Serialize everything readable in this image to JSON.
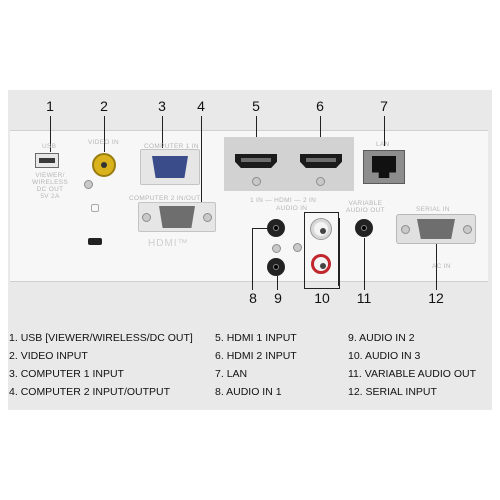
{
  "callouts": [
    "1",
    "2",
    "3",
    "4",
    "5",
    "6",
    "7",
    "8",
    "9",
    "10",
    "11",
    "12"
  ],
  "panel_labels": {
    "usb": "USB",
    "usb_sub": "VIEWER/\nWIRELESS\nDC OUT\n5V 2A",
    "video_in": "VIDEO IN",
    "computer_1_in": "COMPUTER 1 IN",
    "computer_2_in_out": "COMPUTER 2 IN/OUT",
    "hdmi_row": "1 IN — HDMI — 2 IN",
    "audio_in": "AUDIO IN",
    "lan": "LAN",
    "variable_audio_out": "VARIABLE\nAUDIO OUT",
    "serial_in": "SERIAL IN",
    "ac_in": "AC IN",
    "hdmi_logo": "HDMI™"
  },
  "legend": [
    {
      "no": "1.",
      "text": "USB [VIEWER/WIRELESS/DC OUT]"
    },
    {
      "no": "2.",
      "text": "VIDEO INPUT"
    },
    {
      "no": "3.",
      "text": "COMPUTER 1 INPUT"
    },
    {
      "no": "4.",
      "text": "COMPUTER 2 INPUT/OUTPUT"
    },
    {
      "no": "5.",
      "text": "HDMI 1 INPUT"
    },
    {
      "no": "6.",
      "text": "HDMI 2 INPUT"
    },
    {
      "no": "7.",
      "text": "LAN"
    },
    {
      "no": "8.",
      "text": "AUDIO IN 1"
    },
    {
      "no": "9.",
      "text": "AUDIO IN 2"
    },
    {
      "no": "10.",
      "text": "AUDIO IN 3"
    },
    {
      "no": "11.",
      "text": "VARIABLE AUDIO OUT"
    },
    {
      "no": "12.",
      "text": "SERIAL INPUT"
    }
  ],
  "colors": {
    "vga_blue": "#3a4d8a",
    "rca_yellow": "#d9b21c",
    "rca_red": "#c0262c",
    "rca_white": "#f4f4f4",
    "hdmi_background": "#d2d2d2"
  }
}
